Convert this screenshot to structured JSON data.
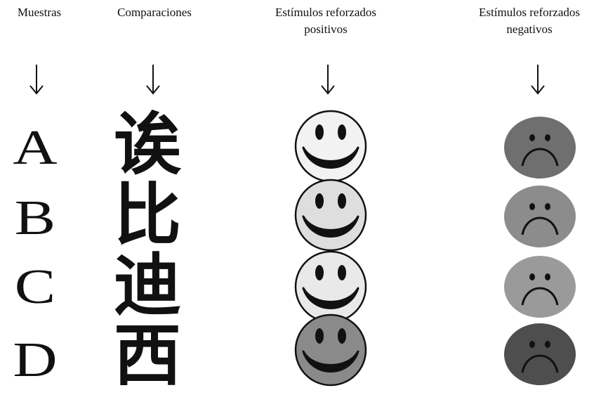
{
  "columns": {
    "muestras": "Muestras",
    "comparaciones": "Comparaciones",
    "positivos_line1": "Estímulos reforzados",
    "positivos_line2": "positivos",
    "negativos_line1": "Estímulos reforzados",
    "negativos_line2": "negativos"
  },
  "rows": [
    {
      "sample": "A",
      "comparison": "诶",
      "happy_color": "#f2f2f2",
      "sad_color": "#6f6f6f"
    },
    {
      "sample": "B",
      "comparison": "比",
      "happy_color": "#dedede",
      "sad_color": "#8c8c8c"
    },
    {
      "sample": "C",
      "comparison": "迪",
      "happy_color": "#e9e9e9",
      "sad_color": "#9a9a9a"
    },
    {
      "sample": "D",
      "comparison": "西",
      "happy_color": "#8a8a8a",
      "sad_color": "#4e4e4e"
    }
  ],
  "icons": {
    "arrow": "down-arrow-icon",
    "positive": "smiley-face-icon",
    "negative": "sad-face-icon"
  }
}
